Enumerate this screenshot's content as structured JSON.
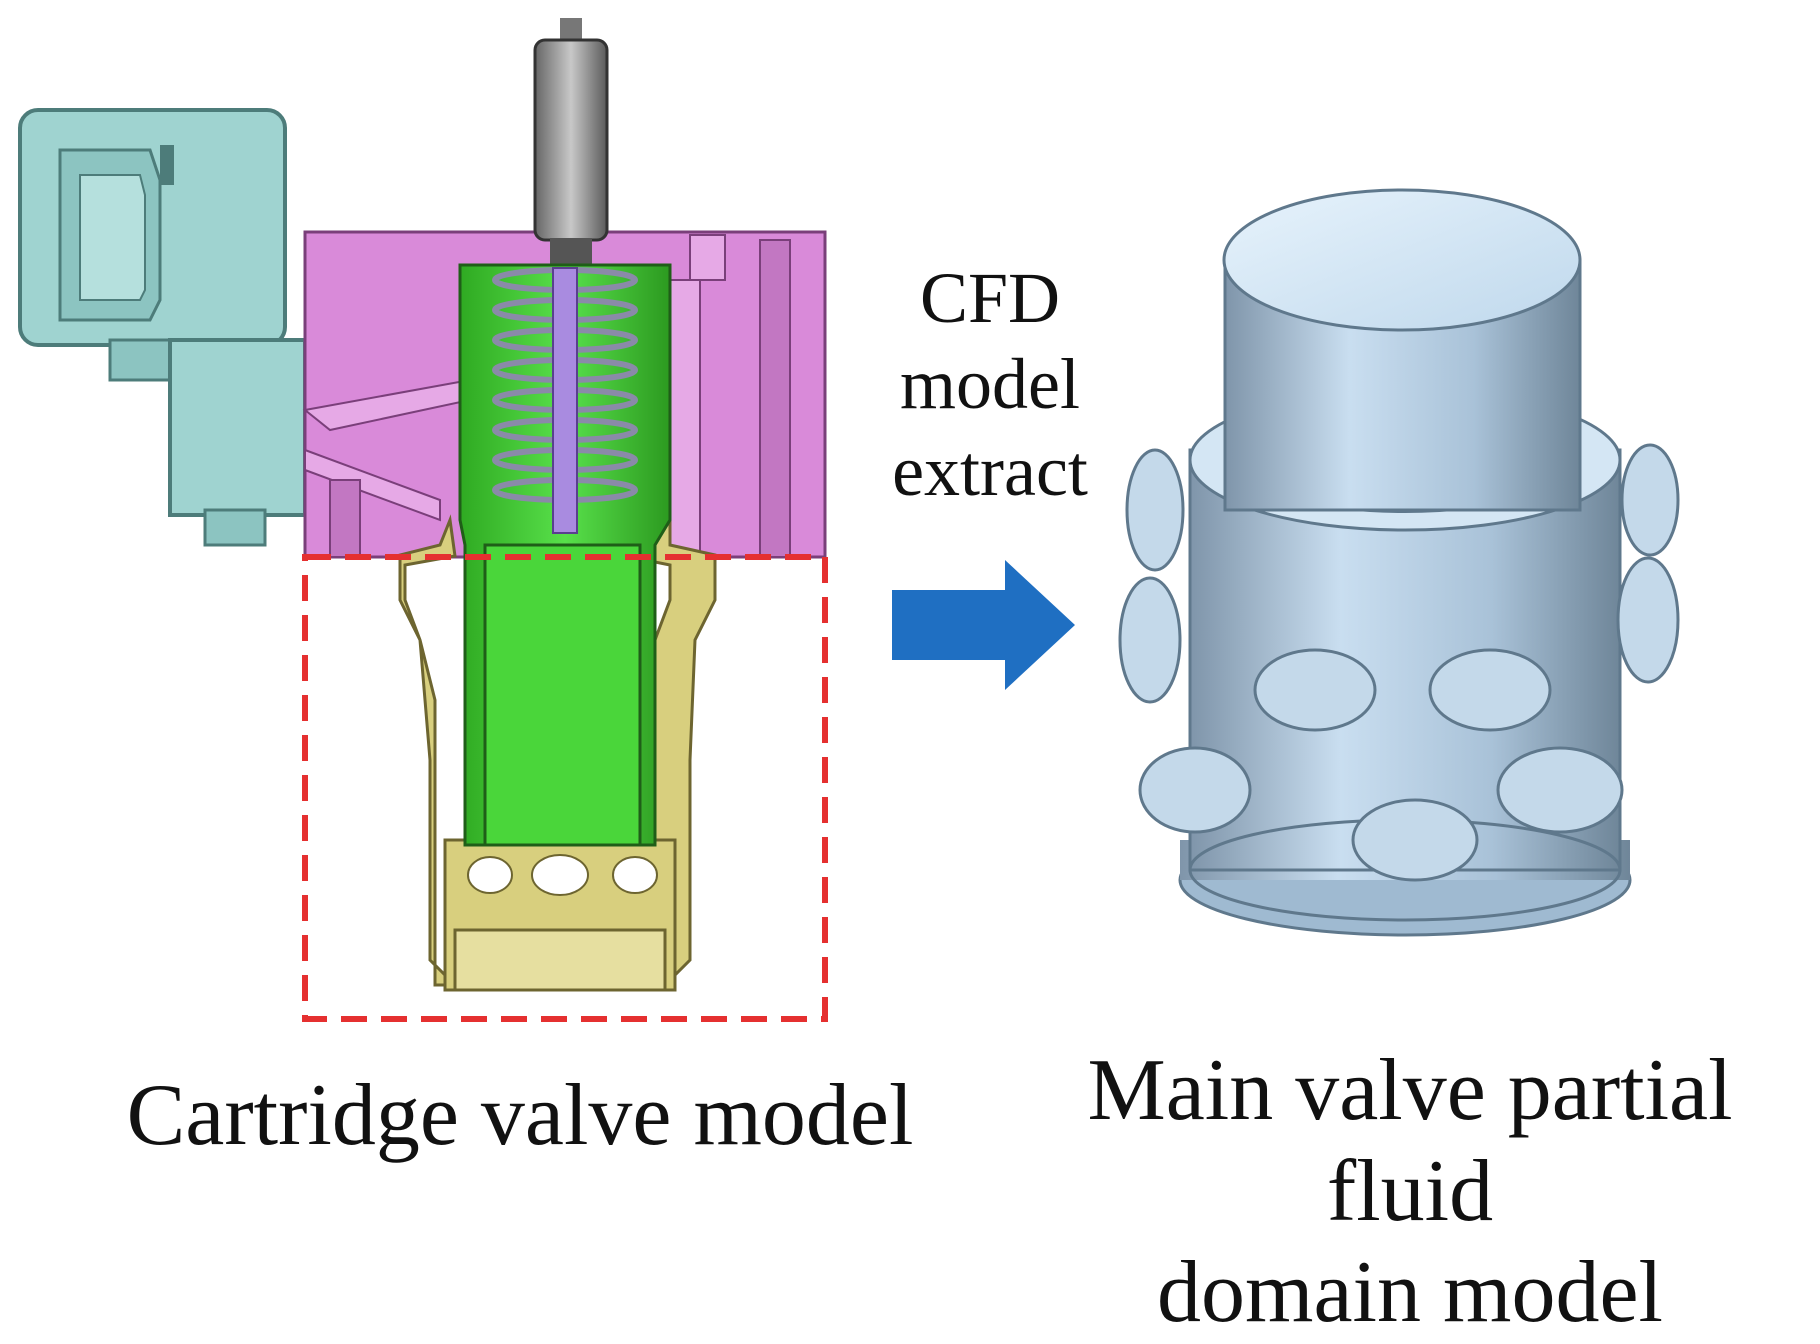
{
  "labels": {
    "cfd": [
      "CFD",
      "model",
      "extract"
    ],
    "left_caption": "Cartridge valve model",
    "right_caption_line1": "Main valve partial fluid",
    "right_caption_line2": "domain model"
  },
  "colors": {
    "manifold": "#d98ad9",
    "solenoid": "#9fd3d0",
    "spool": "#4ad63a",
    "sleeve": "#d8cf7e",
    "stem": "#a98be0",
    "selection_box": "#e53030",
    "arrow": "#1f6fc2",
    "fluid_body": "#b9d5ec"
  }
}
